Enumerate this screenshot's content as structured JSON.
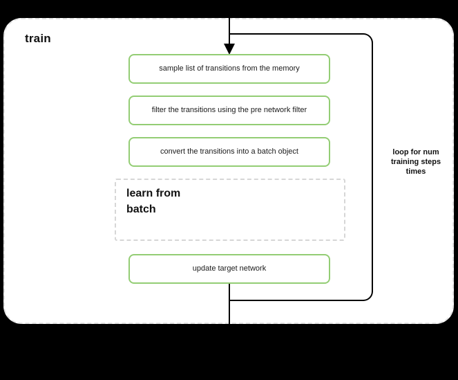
{
  "diagram": {
    "title": "train",
    "background_color": "#000000",
    "container": {
      "label": "train",
      "border_style": "dashed",
      "border_color": "#e2e2e2",
      "fill_color": "#ffffff"
    },
    "accent_color": "#93cd74",
    "steps": [
      {
        "id": "sample",
        "label": "sample list of transitions from the memory",
        "style": "green-rounded"
      },
      {
        "id": "filter",
        "label": "filter the transitions using the pre network filter",
        "style": "green-rounded"
      },
      {
        "id": "convert",
        "label": "convert the transitions into a batch object",
        "style": "green-rounded"
      },
      {
        "id": "update",
        "label": "update target network",
        "style": "green-rounded"
      }
    ],
    "subgroup": {
      "id": "learn-from-batch",
      "label": "learn from\nbatch",
      "border_style": "dashed",
      "border_color": "#d6d6d6"
    },
    "loop": {
      "label": "loop for num\ntraining steps\ntimes",
      "color": "#000000"
    },
    "connectors": {
      "inbound": "arrow-down-into-sample",
      "outbound": "line-down-from-update"
    }
  }
}
